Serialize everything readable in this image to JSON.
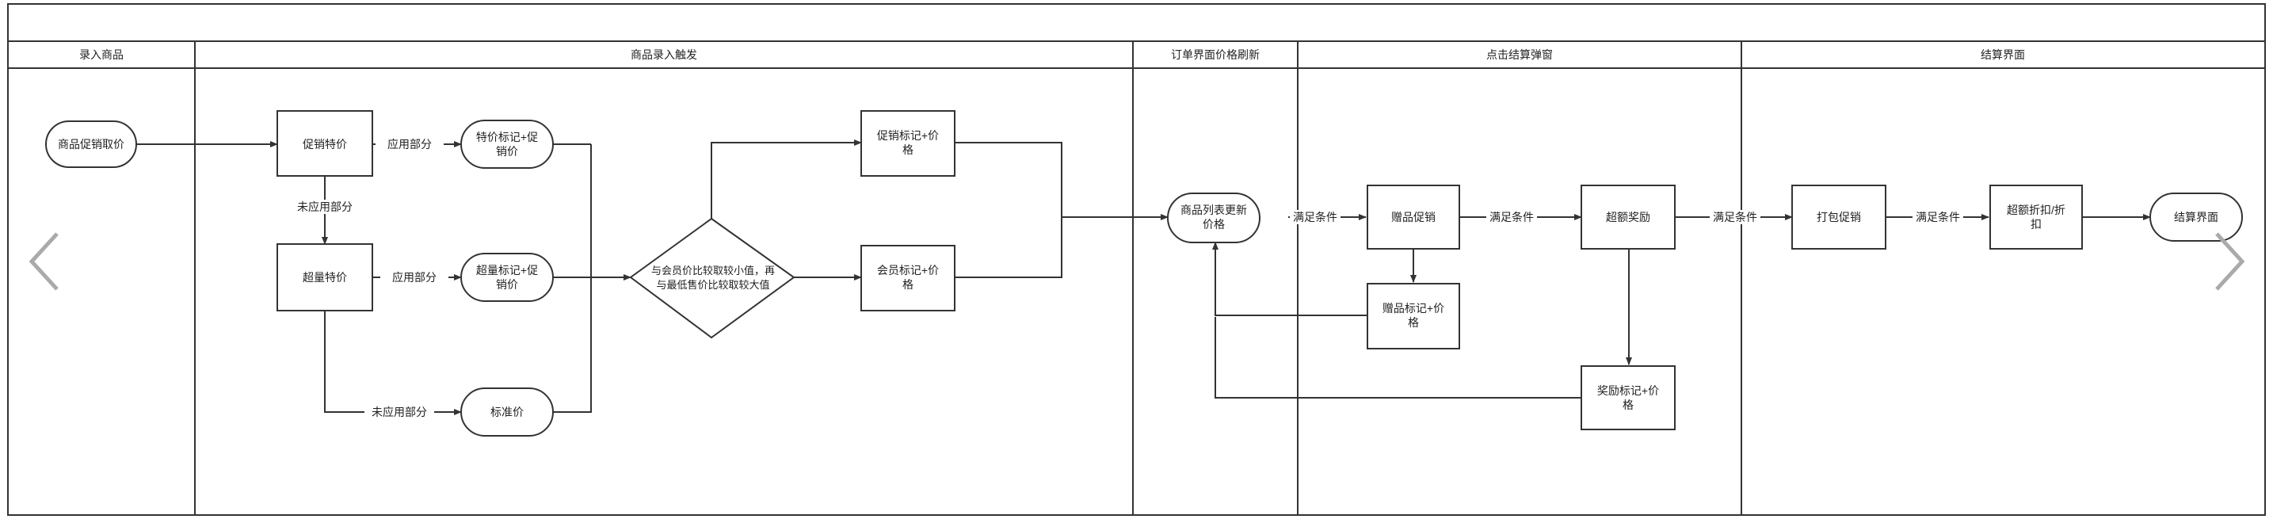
{
  "lanes": [
    {
      "label": "录入商品"
    },
    {
      "label": "商品录入触发"
    },
    {
      "label": "订单界面价格刷新"
    },
    {
      "label": "点击结算弹窗"
    },
    {
      "label": "结算界面"
    }
  ],
  "nodes": {
    "n_input_price": {
      "shape": "terminal",
      "lines": [
        "商品促销取价"
      ]
    },
    "n_promo_special": {
      "shape": "process",
      "lines": [
        "促销特价"
      ]
    },
    "n_special_mark": {
      "shape": "terminal",
      "lines": [
        "特价标记+促",
        "销价"
      ]
    },
    "n_overflow_special": {
      "shape": "process",
      "lines": [
        "超量特价"
      ]
    },
    "n_overflow_mark": {
      "shape": "terminal",
      "lines": [
        "超量标记+促",
        "销价"
      ]
    },
    "n_standard": {
      "shape": "terminal",
      "lines": [
        "标准价"
      ]
    },
    "n_decision": {
      "shape": "decision",
      "lines": [
        "与会员价比较取较小值，再",
        "与最低售价比较取较大值"
      ]
    },
    "n_promo_mark": {
      "shape": "process",
      "lines": [
        "促销标记+价",
        "格"
      ]
    },
    "n_member_mark": {
      "shape": "process",
      "lines": [
        "会员标记+价",
        "格"
      ]
    },
    "n_list_refresh": {
      "shape": "terminal",
      "lines": [
        "商品列表更新",
        "价格"
      ]
    },
    "n_gift_promo": {
      "shape": "process",
      "lines": [
        "赠品促销"
      ]
    },
    "n_gift_mark": {
      "shape": "process",
      "lines": [
        "赠品标记+价",
        "格"
      ]
    },
    "n_over_reward": {
      "shape": "process",
      "lines": [
        "超额奖励"
      ]
    },
    "n_reward_mark": {
      "shape": "process",
      "lines": [
        "奖励标记+价",
        "格"
      ]
    },
    "n_bundle_promo": {
      "shape": "process",
      "lines": [
        "打包促销"
      ]
    },
    "n_over_discount": {
      "shape": "process",
      "lines": [
        "超额折扣/折",
        "扣"
      ]
    },
    "n_checkout": {
      "shape": "terminal",
      "lines": [
        "结算界面"
      ]
    }
  },
  "edge_labels": {
    "apply_part_1": "应用部分",
    "not_apply_part_1": "未应用部分",
    "apply_part_2": "应用部分",
    "not_apply_part_2": "未应用部分",
    "condition_1": "满足条件",
    "condition_2": "满足条件",
    "condition_3": "满足条件",
    "condition_4": "满足条件"
  },
  "navigation": {
    "prev_icon": "chevron-left-icon",
    "next_icon": "chevron-right-icon"
  },
  "colors": {
    "stroke": "#333333",
    "nav_arrow": "#aaaaaa"
  }
}
